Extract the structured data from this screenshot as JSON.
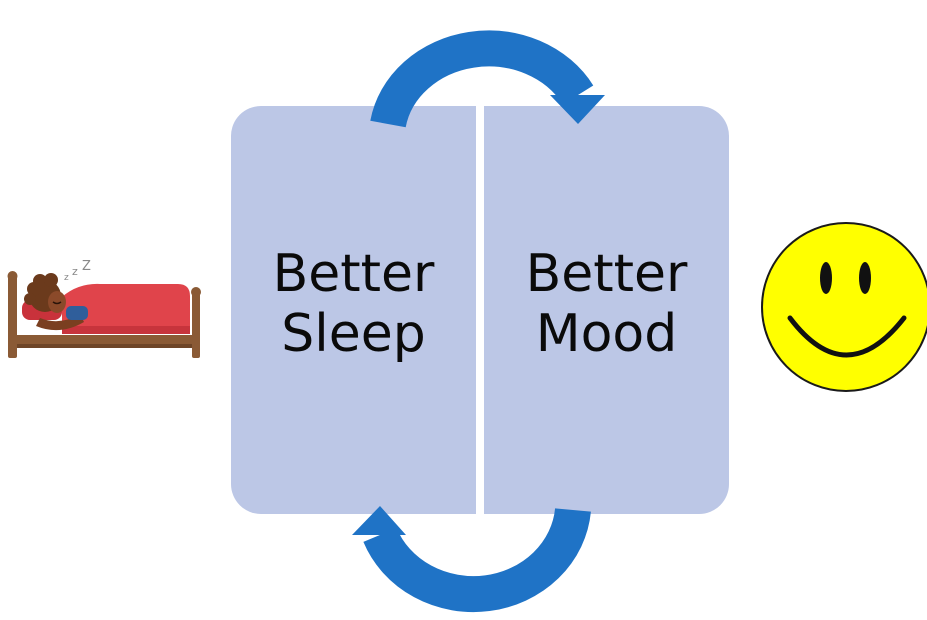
{
  "diagram": {
    "left_box": {
      "line1": "Better",
      "line2": "Sleep"
    },
    "right_box": {
      "line1": "Better",
      "line2": "Mood"
    }
  },
  "colors": {
    "box_fill": "#bcc7e6",
    "arrow": "#1f73c6",
    "smiley_face": "#ffff00",
    "bed_blanket": "#e0444b",
    "bed_frame": "#8a5a35"
  },
  "icons": {
    "left": "sleeping-in-bed-icon",
    "right": "smiley-face-icon",
    "top_arrow": "curved-arrow-right-icon",
    "bottom_arrow": "curved-arrow-left-icon"
  }
}
